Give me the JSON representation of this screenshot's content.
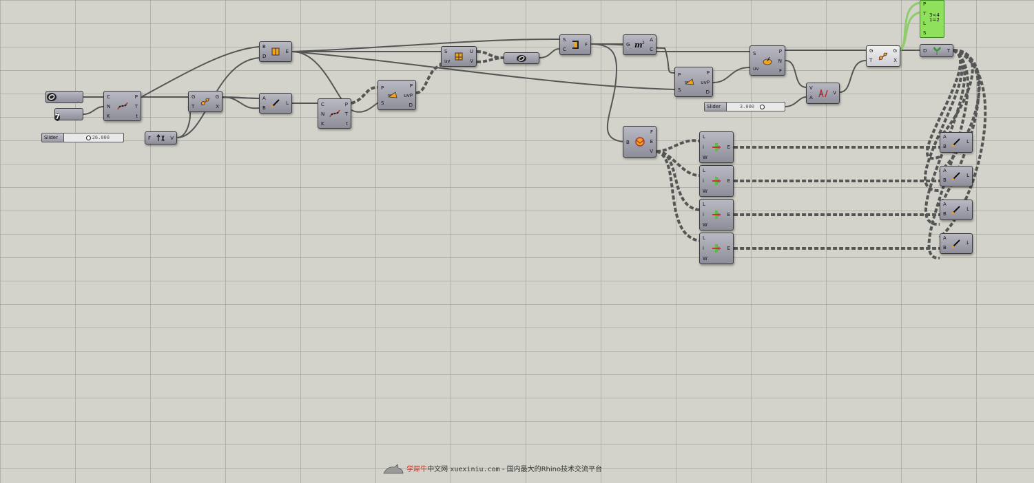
{
  "canvas": {
    "background": "#d3d3cb",
    "component_color": "#a3a3ae",
    "panel_color": "#8fe05a"
  },
  "params": {
    "curve_param": {
      "icon": "curve-param-icon"
    },
    "number_param": {
      "value": "7"
    }
  },
  "sliders": {
    "left": {
      "label": "Slider",
      "value": "26.000"
    },
    "right": {
      "label": "Slider",
      "value": "3.000"
    }
  },
  "components": {
    "curve_frames_1": {
      "inputs": [
        "C",
        "N",
        "K"
      ],
      "outputs": [
        "P",
        "T",
        "t"
      ],
      "icon": "divide-curve-icon"
    },
    "evaluate_length": {
      "inputs": [
        "F"
      ],
      "outputs": [
        "V"
      ],
      "icon": "range-icon"
    },
    "brep_edges": {
      "inputs": [
        "B",
        "D"
      ],
      "outputs": [
        "E"
      ],
      "icon": "box-edges-icon"
    },
    "curve_closest": {
      "inputs": [
        "G",
        "T"
      ],
      "outputs": [
        "G",
        "X"
      ],
      "icon": "move-icon"
    },
    "line_ab_1": {
      "inputs": [
        "A",
        "B"
      ],
      "outputs": [
        "L"
      ],
      "icon": "line-icon"
    },
    "curve_frames_2": {
      "inputs": [
        "C",
        "N",
        "K"
      ],
      "outputs": [
        "P",
        "T",
        "t"
      ],
      "icon": "divide-curve-icon"
    },
    "evaluate_surface_1": {
      "inputs": [
        "P",
        "S"
      ],
      "outputs": [
        "P",
        "uvP",
        "D"
      ],
      "icon": "surface-closest-icon"
    },
    "isotrim": {
      "inputs": [
        "S",
        "uv"
      ],
      "outputs": [
        "U",
        "V"
      ],
      "icon": "isotrim-icon"
    },
    "ring_node": {
      "inputs": [],
      "outputs": [],
      "icon": "ring-icon"
    },
    "surface_split": {
      "inputs": [
        "S",
        "C"
      ],
      "outputs": [
        "F"
      ],
      "icon": "split-surface-icon"
    },
    "area": {
      "inputs": [
        "G"
      ],
      "outputs": [
        "A",
        "C"
      ],
      "icon": "area-icon"
    },
    "evaluate_surface_2": {
      "inputs": [
        "P",
        "S"
      ],
      "outputs": [
        "P",
        "uvP",
        "D"
      ],
      "icon": "surface-closest-icon"
    },
    "surface_normal": {
      "inputs": [
        "S",
        "uv"
      ],
      "outputs": [
        "P",
        "N",
        "F"
      ],
      "icon": "evaluate-surface-icon"
    },
    "amplitude": {
      "inputs": [
        "V",
        "A"
      ],
      "outputs": [
        "V"
      ],
      "icon": "amplitude-icon"
    },
    "move": {
      "inputs": [
        "G",
        "T"
      ],
      "outputs": [
        "G",
        "X"
      ],
      "icon": "move-icon"
    },
    "tree": {
      "inputs": [
        "D"
      ],
      "outputs": [
        "T"
      ],
      "icon": "tree-icon"
    },
    "deconstruct_brep": {
      "inputs": [
        "B"
      ],
      "outputs": [
        "F",
        "E",
        "V"
      ],
      "icon": "deconstruct-brep-icon"
    },
    "extend_1": {
      "inputs": [
        "L",
        "i",
        "W"
      ],
      "outputs": [
        "E"
      ],
      "icon": "list-item-icon"
    },
    "extend_2": {
      "inputs": [
        "L",
        "i",
        "W"
      ],
      "outputs": [
        "E"
      ],
      "icon": "list-item-icon"
    },
    "extend_3": {
      "inputs": [
        "L",
        "i",
        "W"
      ],
      "outputs": [
        "E"
      ],
      "icon": "list-item-icon"
    },
    "extend_4": {
      "inputs": [
        "L",
        "i",
        "W"
      ],
      "outputs": [
        "E"
      ],
      "icon": "list-item-icon"
    },
    "line_r1": {
      "inputs": [
        "A",
        "B"
      ],
      "outputs": [
        "L"
      ],
      "icon": "line-icon"
    },
    "line_r2": {
      "inputs": [
        "A",
        "B"
      ],
      "outputs": [
        "L"
      ],
      "icon": "line-icon"
    },
    "line_r3": {
      "inputs": [
        "A",
        "B"
      ],
      "outputs": [
        "L"
      ],
      "icon": "line-icon"
    },
    "line_r4": {
      "inputs": [
        "A",
        "B"
      ],
      "outputs": [
        "L"
      ],
      "icon": "line-icon"
    }
  },
  "panel": {
    "inputs": [
      "P",
      "T",
      "L",
      "S"
    ],
    "text": "3<4\n1=2"
  },
  "footer": {
    "brand": "学犀牛",
    "brand2": "中文网",
    "site": "xuexiniu.com",
    "tagline": "- 国内最大的Rhino技术交流平台"
  }
}
